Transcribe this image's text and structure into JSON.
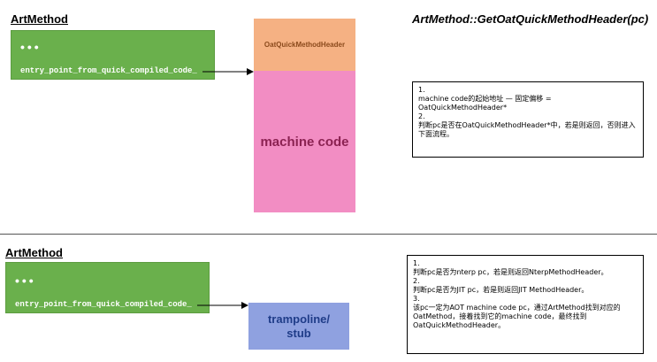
{
  "top": {
    "title": "ArtMethod",
    "dots": "•••",
    "field": "entry_point_from_quick_compiled_code_",
    "header_block": "OatQuickMethodHeader",
    "code_block": "machine code",
    "func_title": "ArtMethod::GetOatQuickMethodHeader(pc)",
    "notes": [
      "1.",
      "machine code的起始地址 — 固定偏移 = OatQuickMethodHeader*",
      "",
      "2.",
      "判断pc是否在OatQuickMethodHeader*中，若是则返回，否则进入下面流程。"
    ]
  },
  "bottom": {
    "title": "ArtMethod",
    "dots": "•••",
    "field": "entry_point_from_quick_compiled_code_",
    "target_block": "trampoline/\nstub",
    "notes": [
      "1.",
      "判断pc是否为nterp pc，若是则返回NterpMethodHeader。",
      "",
      "2.",
      "判断pc是否为JIT pc，若是则返回JIT MethodHeader。",
      "",
      "3.",
      "该pc一定为AOT machine code pc，通过ArtMethod找到对应的OatMethod，接着找到它的machine code，最终找到OatQuickMethodHeader。"
    ]
  },
  "colors": {
    "green": "#6ab04c",
    "orange": "#f5b183",
    "pink": "#f28dc3",
    "blue": "#8fa1e0",
    "maroon": "#8b2252",
    "navy": "#1f3c88"
  }
}
